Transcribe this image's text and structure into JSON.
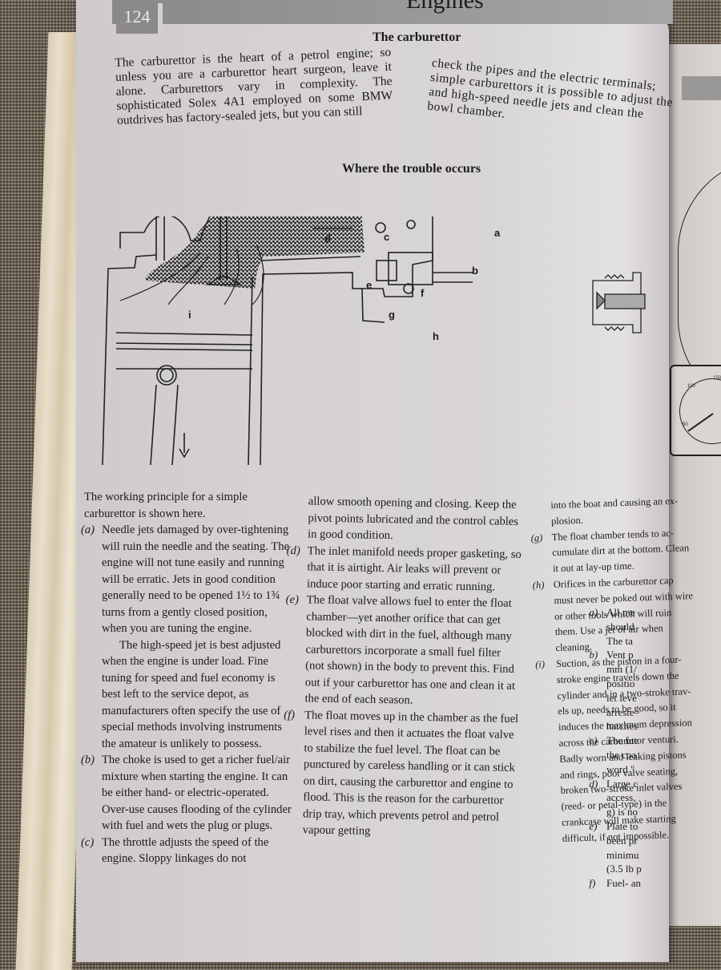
{
  "page": {
    "number": "124",
    "chapter_title": "Engines",
    "section_title": "The carburettor",
    "intro_left": "The carburettor is the heart of a petrol engine; so unless you are a carburettor heart surgeon, leave it alone. Carburettors vary in complexity. The sophisticated Solex 4A1 employed on some BMW outdrives has factory-sealed jets, but you can still",
    "intro_right_lines": [
      "check the pipes and the electric terminals;",
      "simple carburettors it is possible to adjust the",
      "and high-speed needle jets and clean the",
      "bowl chamber."
    ],
    "figure_title": "Where the trouble occurs",
    "diagram_labels": [
      "a",
      "b",
      "c",
      "d",
      "e",
      "f",
      "g",
      "h",
      "i"
    ]
  },
  "column1": {
    "intro": "The working principle for a simple carburettor is shown here.",
    "items": [
      {
        "marker": "(a)",
        "text": "Needle jets damaged by over-tightening will ruin the needle and the seating. The engine will not tune easily and running will be erratic. Jets in good condition generally need to be opened 1½ to 1¾ turns from a gently closed position, when you are tuning the engine."
      },
      {
        "marker": "",
        "text": "The high-speed jet is best adjusted when the engine is under load. Fine tuning for speed and fuel economy is best left to the service depot, as manufacturers often specify the use of special methods involving instruments the amateur is unlikely to possess."
      },
      {
        "marker": "(b)",
        "text": "The choke is used to get a richer fuel/air mixture when starting the engine. It can be either hand- or electric-operated. Over-use causes flooding of the cylinder with fuel and wets the plug or plugs."
      },
      {
        "marker": "(c)",
        "text": "The throttle adjusts the speed of the engine. Sloppy linkages do not"
      }
    ]
  },
  "column2": {
    "lead": "allow smooth opening and closing. Keep the pivot points lubricated and the control cables in good condition.",
    "items": [
      {
        "marker": "(d)",
        "text": "The inlet manifold needs proper gasketing, so that it is airtight. Air leaks will prevent or induce poor starting and erratic running."
      },
      {
        "marker": "(e)",
        "text": "The float valve allows fuel to enter the float chamber—yet another orifice that can get blocked with dirt in the fuel, although many carburettors incorporate a small fuel filter (not shown) in the body to prevent this. Find out if your carburettor has one and clean it at the end of each season."
      },
      {
        "marker": "(f)",
        "text": "The float moves up in the chamber as the fuel level rises and then it actuates the float valve to stabilize the fuel level. The float can be punctured by careless handling or it can stick on dirt, causing the carburettor and engine to flood. This is the reason for the carburettor drip tray, which prevents petrol and petrol vapour getting"
      }
    ]
  },
  "column3": {
    "lead_lines": [
      "into the boat and causing an ex-",
      "plosion."
    ],
    "items": [
      {
        "marker": "(g)",
        "lines": [
          "The float chamber tends to ac-",
          "cumulate dirt at the bottom. Clean",
          "it out at lay-up time."
        ]
      },
      {
        "marker": "(h)",
        "lines": [
          "Orifices in the carburettor cap",
          "must never be poked out with wire",
          "or other tools which will ruin",
          "them. Use a jet of air when",
          "cleaning."
        ]
      },
      {
        "marker": "(i)",
        "lines": [
          "Suction, as the piston in a four-",
          "stroke engine travels down the",
          "cylinder and in a two-stroke trav-",
          "els up, needs to be good, so it",
          "induces the maximum depression",
          "across the carburettor venturi.",
          "Badly worn and leaking pistons",
          "and rings, poor valve seating,",
          "broken two-stroke inlet valves",
          "(reed- or petal-type) in the",
          "crankcase will make starting",
          "difficult, if not impossible."
        ]
      }
    ]
  },
  "column4_partial": [
    {
      "marker": "(a)",
      "lines": [
        "All me",
        "should",
        "The ta"
      ]
    },
    {
      "marker": "(b)",
      "lines": [
        "Vent p",
        "mm (1/",
        "positio",
        "let leve",
        "arreste",
        "hatches"
      ]
    },
    {
      "marker": "(c)",
      "lines": [
        "The fue",
        "the coa",
        "word \""
      ]
    },
    {
      "marker": "(d)",
      "lines": [
        "Large c",
        "access,",
        "g) is no"
      ]
    },
    {
      "marker": "(e)",
      "lines": [
        "Plate to",
        "been pr",
        "minimu",
        "(3.5 lb p"
      ]
    },
    {
      "marker": "(f)",
      "lines": [
        "Fuel- an"
      ]
    }
  ],
  "right_page": {
    "gauge_ticks": [
      "50",
      "100",
      "150"
    ]
  }
}
